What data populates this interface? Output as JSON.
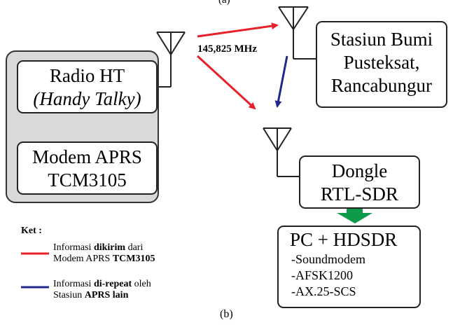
{
  "top_label": "(a)",
  "bottom_label": "(b)",
  "frequency": "145,825 MHz",
  "radio": {
    "line1": "Radio HT",
    "line2": "(Handy Talky)"
  },
  "modem": {
    "line1": "Modem APRS",
    "line2": "TCM3105"
  },
  "ground": {
    "line1": "Stasiun Bumi",
    "line2": "Pusteksat,",
    "line3": "Rancabungur"
  },
  "dongle": {
    "line1": "Dongle",
    "line2": "RTL-SDR"
  },
  "pc": {
    "title": "PC + HDSDR",
    "items": [
      "-Soundmodem",
      "-AFSK1200",
      "-AX.25-SCS"
    ]
  },
  "legend": {
    "title": "Ket :",
    "red": {
      "a": "Informasi ",
      "b": "dikirim",
      "c": " dari",
      "d": "Modem APRS ",
      "e": "TCM3105"
    },
    "blue": {
      "a": "Informasi ",
      "b": "di-repeat",
      "c": " oleh",
      "d": "Stasiun ",
      "e": "APRS lain"
    }
  },
  "colors": {
    "red": "#e8202a",
    "blue": "#1f2a8a",
    "green": "#0e9a48",
    "panel": "#d9d9d9"
  }
}
